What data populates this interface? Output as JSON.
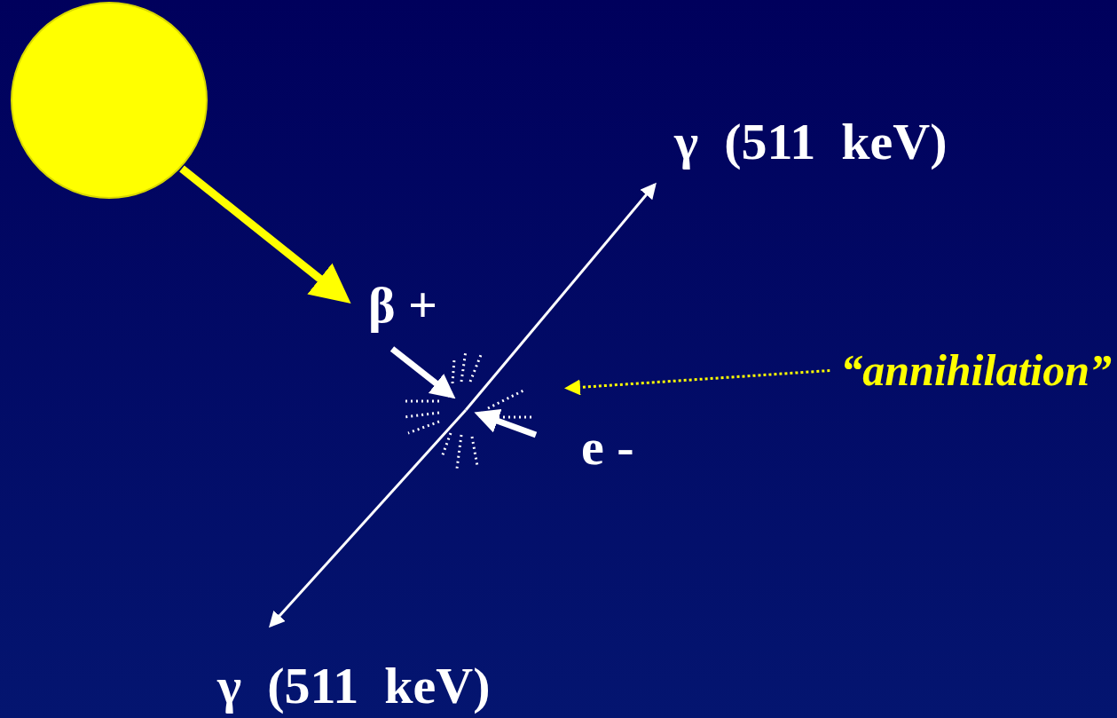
{
  "diagram": {
    "labels": [
      "γ  (511  keV)",
      "β +",
      "e -",
      "“annihilation”",
      "γ  (511  keV)"
    ]
  }
}
